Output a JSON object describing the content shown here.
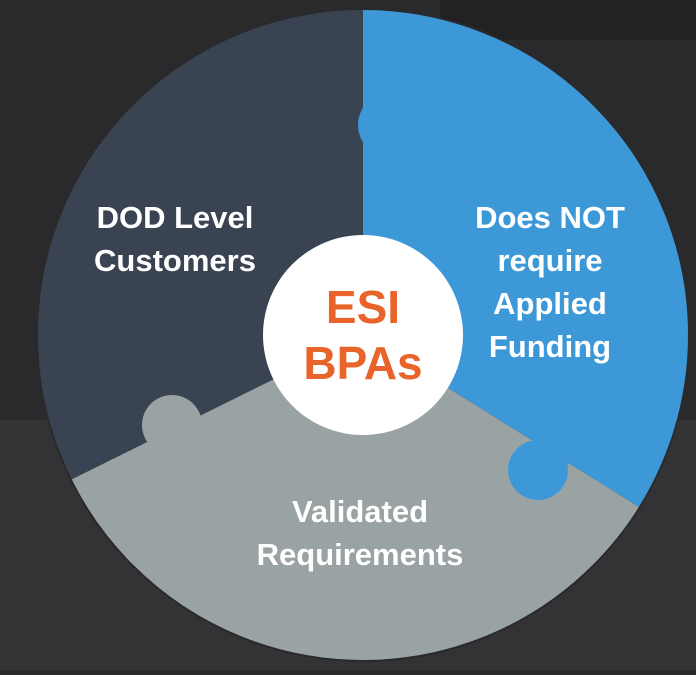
{
  "diagram": {
    "center": {
      "line1": "ESI",
      "line2": "BPAs"
    },
    "segments": [
      {
        "id": "left",
        "line1": "DOD Level",
        "line2": "Customers"
      },
      {
        "id": "right",
        "line1": "Does NOT",
        "line2": "require",
        "line3": "Applied",
        "line4": "Funding"
      },
      {
        "id": "bottom",
        "line1": "Validated",
        "line2": "Requirements"
      }
    ],
    "colors": {
      "segment_left": "#3a4352",
      "segment_right": "#3d98d8",
      "segment_bottom": "#9aa3a3",
      "center_fill": "#ffffff",
      "center_text": "#e8642a",
      "background": "#2a2a2c"
    }
  }
}
